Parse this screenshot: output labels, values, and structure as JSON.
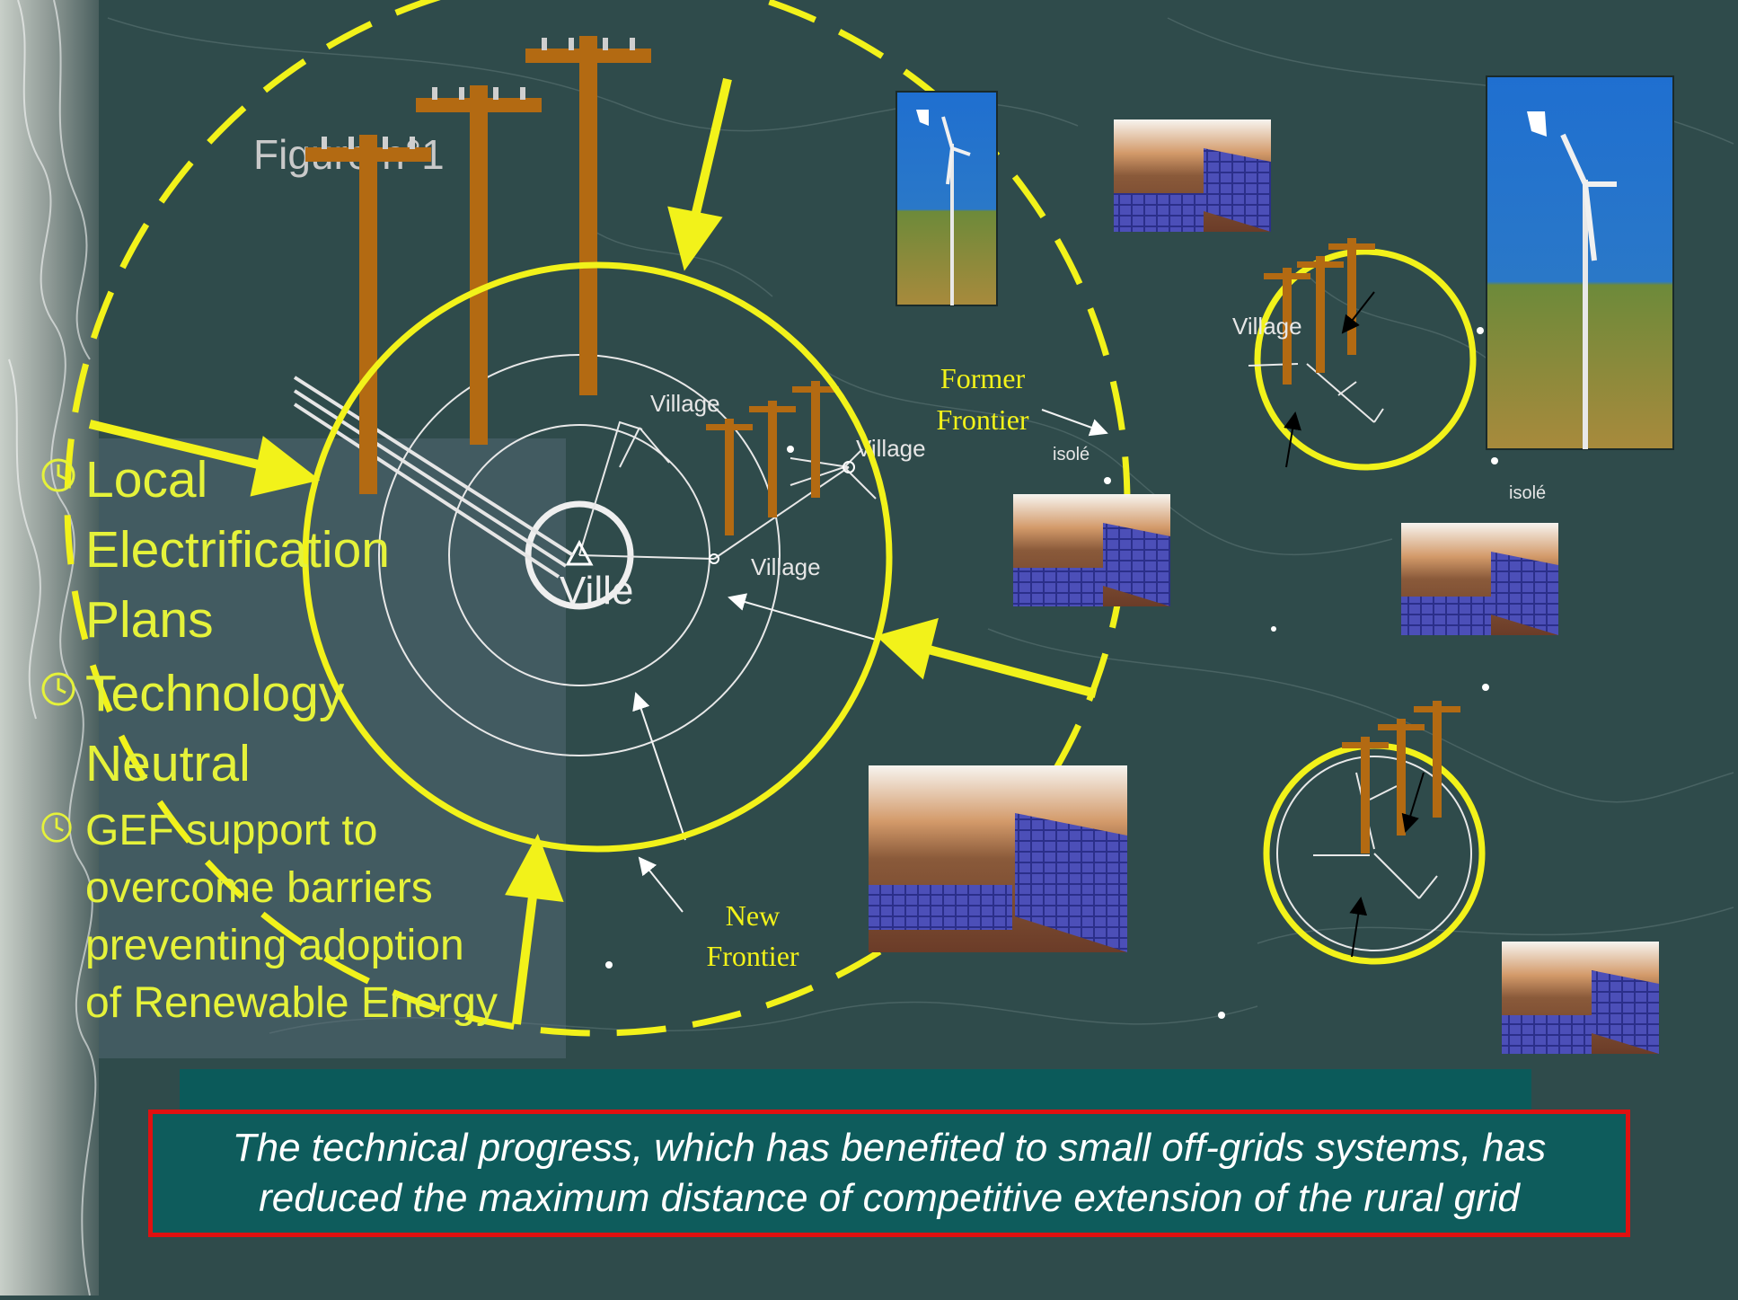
{
  "labels": {
    "faded_title": "Figure n°1",
    "ville": "Ville",
    "village_top": "Village",
    "village_right": "Village",
    "village_mid": "Village",
    "village_small": "Village",
    "isole_1": "isolé",
    "isole_2": "isolé",
    "former_frontier": [
      "Former",
      "Frontier"
    ],
    "new_frontier": [
      "New",
      "Frontier"
    ]
  },
  "bullets": [
    {
      "lines": [
        "Local",
        "Electrification",
        "Plans"
      ]
    },
    {
      "lines": [
        "Technology",
        "Neutral"
      ]
    },
    {
      "lines": [
        "GEF support to",
        "overcome barriers",
        "preventing adoption",
        "of Renewable Energy"
      ]
    }
  ],
  "callout": {
    "line1": "The technical progress, which has benefited to small off-grids systems, has",
    "line2": "reduced the maximum distance of competitive extension of the rural grid"
  },
  "colors": {
    "background": "#2f4b4b",
    "yellow": "#f2f21a",
    "bullet_text": "#e5f23a",
    "pole": "#b36a12",
    "callout_border": "#e01010",
    "callout_fill": "#0e5c5c"
  },
  "icons": [
    "clock-icon",
    "utility-pole-icon",
    "wind-turbine-photo",
    "solar-house-photo"
  ]
}
